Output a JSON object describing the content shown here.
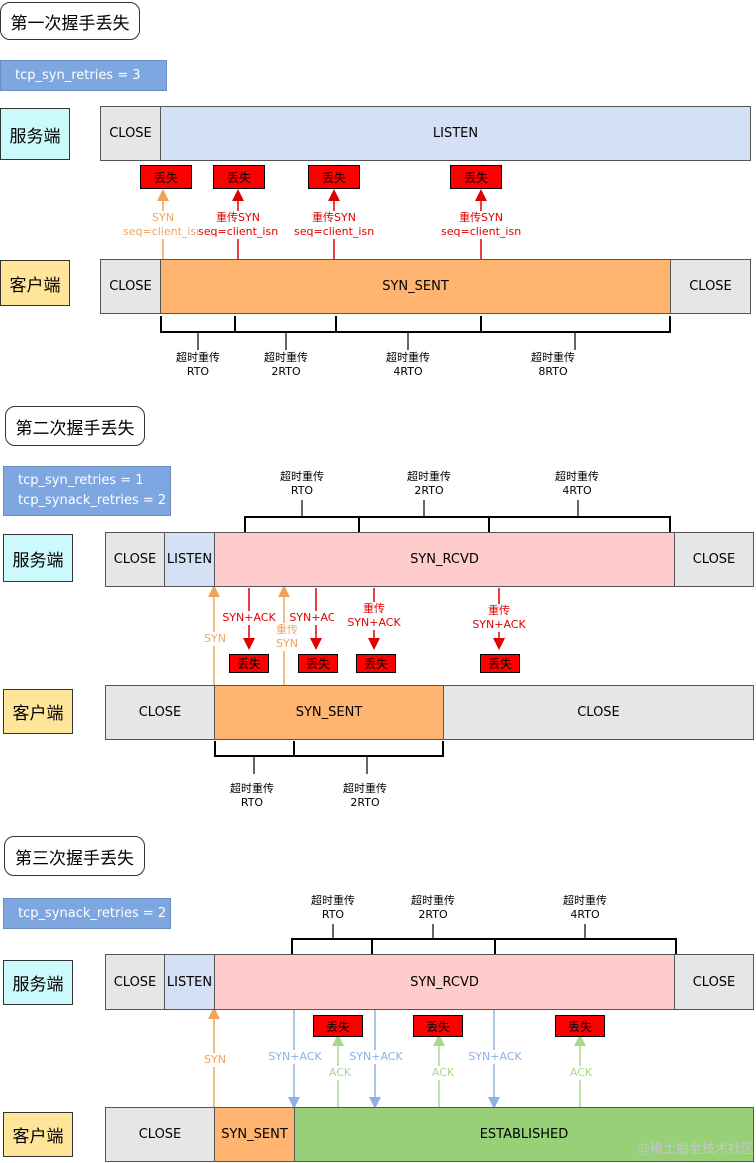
{
  "sections": [
    {
      "title": "第一次握手丢失",
      "params": [
        "tcp_syn_retries = 3"
      ],
      "server_label": "服务端",
      "client_label": "客户端",
      "server_states": [
        "CLOSE",
        "LISTEN"
      ],
      "client_states": [
        "CLOSE",
        "SYN_SENT",
        "CLOSE"
      ],
      "lost_label": "丢失",
      "arrows": [
        {
          "line1": "SYN",
          "line2": "seq=client_isn"
        },
        {
          "line1": "重传SYN",
          "line2": "seq=client_isn"
        },
        {
          "line1": "重传SYN",
          "line2": "seq=client_isn"
        },
        {
          "line1": "重传SYN",
          "line2": "seq=client_isn"
        }
      ],
      "timeouts": [
        {
          "line1": "超时重传",
          "line2": "RTO"
        },
        {
          "line1": "超时重传",
          "line2": "2RTO"
        },
        {
          "line1": "超时重传",
          "line2": "4RTO"
        },
        {
          "line1": "超时重传",
          "line2": "8RTO"
        }
      ]
    },
    {
      "title": "第二次握手丢失",
      "params": [
        "tcp_syn_retries = 1",
        "tcp_synack_retries = 2"
      ],
      "server_label": "服务端",
      "client_label": "客户端",
      "server_states": [
        "CLOSE",
        "LISTEN",
        "SYN_RCVD",
        "CLOSE"
      ],
      "client_states": [
        "CLOSE",
        "SYN_SENT",
        "CLOSE"
      ],
      "lost_label": "丢失",
      "up_arrows": [
        {
          "line1": "SYN",
          "line2": ""
        },
        {
          "line1": "重传",
          "line2": "SYN"
        }
      ],
      "down_arrows": [
        {
          "line1": "SYN+ACK",
          "line2": ""
        },
        {
          "line1": "SYN+ACK",
          "line2": ""
        },
        {
          "line1": "重传",
          "line2": "SYN+ACK"
        },
        {
          "line1": "重传",
          "line2": "SYN+ACK"
        }
      ],
      "server_timeouts": [
        {
          "line1": "超时重传",
          "line2": "RTO"
        },
        {
          "line1": "超时重传",
          "line2": "2RTO"
        },
        {
          "line1": "超时重传",
          "line2": "4RTO"
        }
      ],
      "client_timeouts": [
        {
          "line1": "超时重传",
          "line2": "RTO"
        },
        {
          "line1": "超时重传",
          "line2": "2RTO"
        }
      ]
    },
    {
      "title": "第三次握手丢失",
      "params": [
        "tcp_synack_retries = 2"
      ],
      "server_label": "服务端",
      "client_label": "客户端",
      "server_states": [
        "CLOSE",
        "LISTEN",
        "SYN_RCVD",
        "CLOSE"
      ],
      "client_states": [
        "CLOSE",
        "SYN_SENT",
        "ESTABLISHED"
      ],
      "lost_label": "丢失",
      "syn_label": "SYN",
      "synack_label": "SYN+ACK",
      "ack_label": "ACK",
      "server_timeouts": [
        {
          "line1": "超时重传",
          "line2": "RTO"
        },
        {
          "line1": "超时重传",
          "line2": "2RTO"
        },
        {
          "line1": "超时重传",
          "line2": "4RTO"
        }
      ]
    }
  ],
  "watermark": "@稀土掘金技术社区",
  "colors": {
    "lost": "#ff0000",
    "syn": "#f0a45a",
    "retransmit": "#e00000",
    "synack": "#8fb0e0",
    "ack": "#a8d890"
  }
}
